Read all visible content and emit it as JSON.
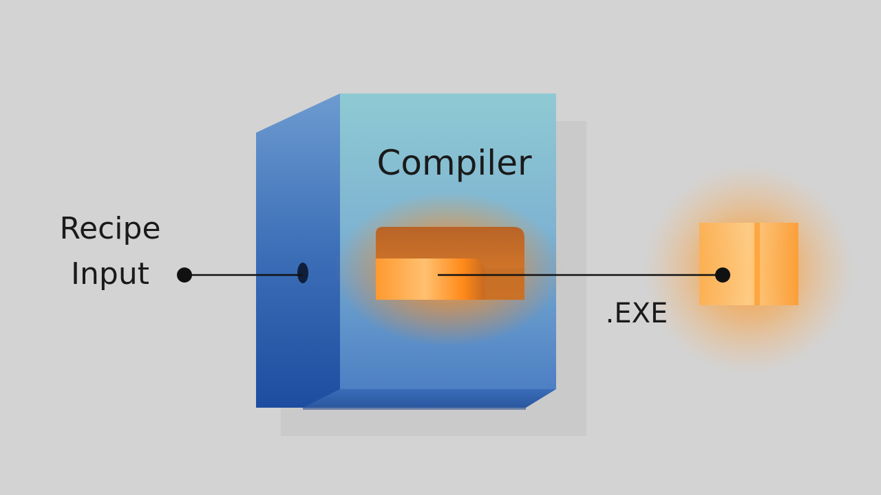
{
  "diagram": {
    "input_label": "Recipe\nInput",
    "compiler_label": "Compiler",
    "output_label": ".EXE"
  },
  "colors": {
    "background": "#d3d3d3",
    "compiler_front": "#8ec8d4",
    "compiler_side": "#2f5ea8",
    "glow": "#ff8a1a",
    "connector": "#111111"
  },
  "icons": {
    "compiler": "compiler-box-icon",
    "output": "executable-glow-icon"
  }
}
